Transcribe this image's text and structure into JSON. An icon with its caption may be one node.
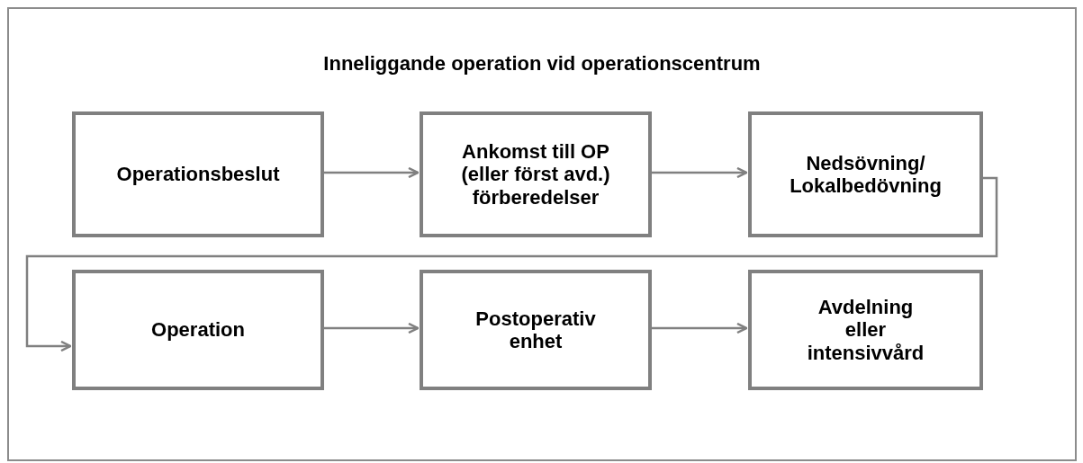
{
  "diagram": {
    "nodes": [
      {
        "text": [
          "Inneliggande operation vid operationscentrum"
        ]
      },
      {
        "text": [
          "Operationsbeslut"
        ],
        "in": 0
      },
      {
        "text": [
          "Ankomst till OP (eller först avd.) förberedelser"
        ],
        "in": 0
      },
      {
        "text": [
          "Nedsövning/ Lokalbedövning"
        ],
        "in": 0
      },
      {
        "text": [
          "Operation"
        ],
        "in": 0
      },
      {
        "text": [
          "Postoperativ enhet"
        ],
        "in": 0
      },
      {
        "text": [
          "Avdelning eller intensivvård"
        ],
        "in": 0
      }
    ],
    "edges": [
      {
        "from": 1,
        "to": 2,
        "arrow": "to"
      },
      {
        "from": 2,
        "to": 3,
        "arrow": "to"
      },
      {
        "from": 3,
        "to": 4,
        "arrow": "to"
      },
      {
        "from": 4,
        "to": 5,
        "arrow": "to"
      },
      {
        "from": 5,
        "to": 6,
        "arrow": "to"
      }
    ]
  }
}
